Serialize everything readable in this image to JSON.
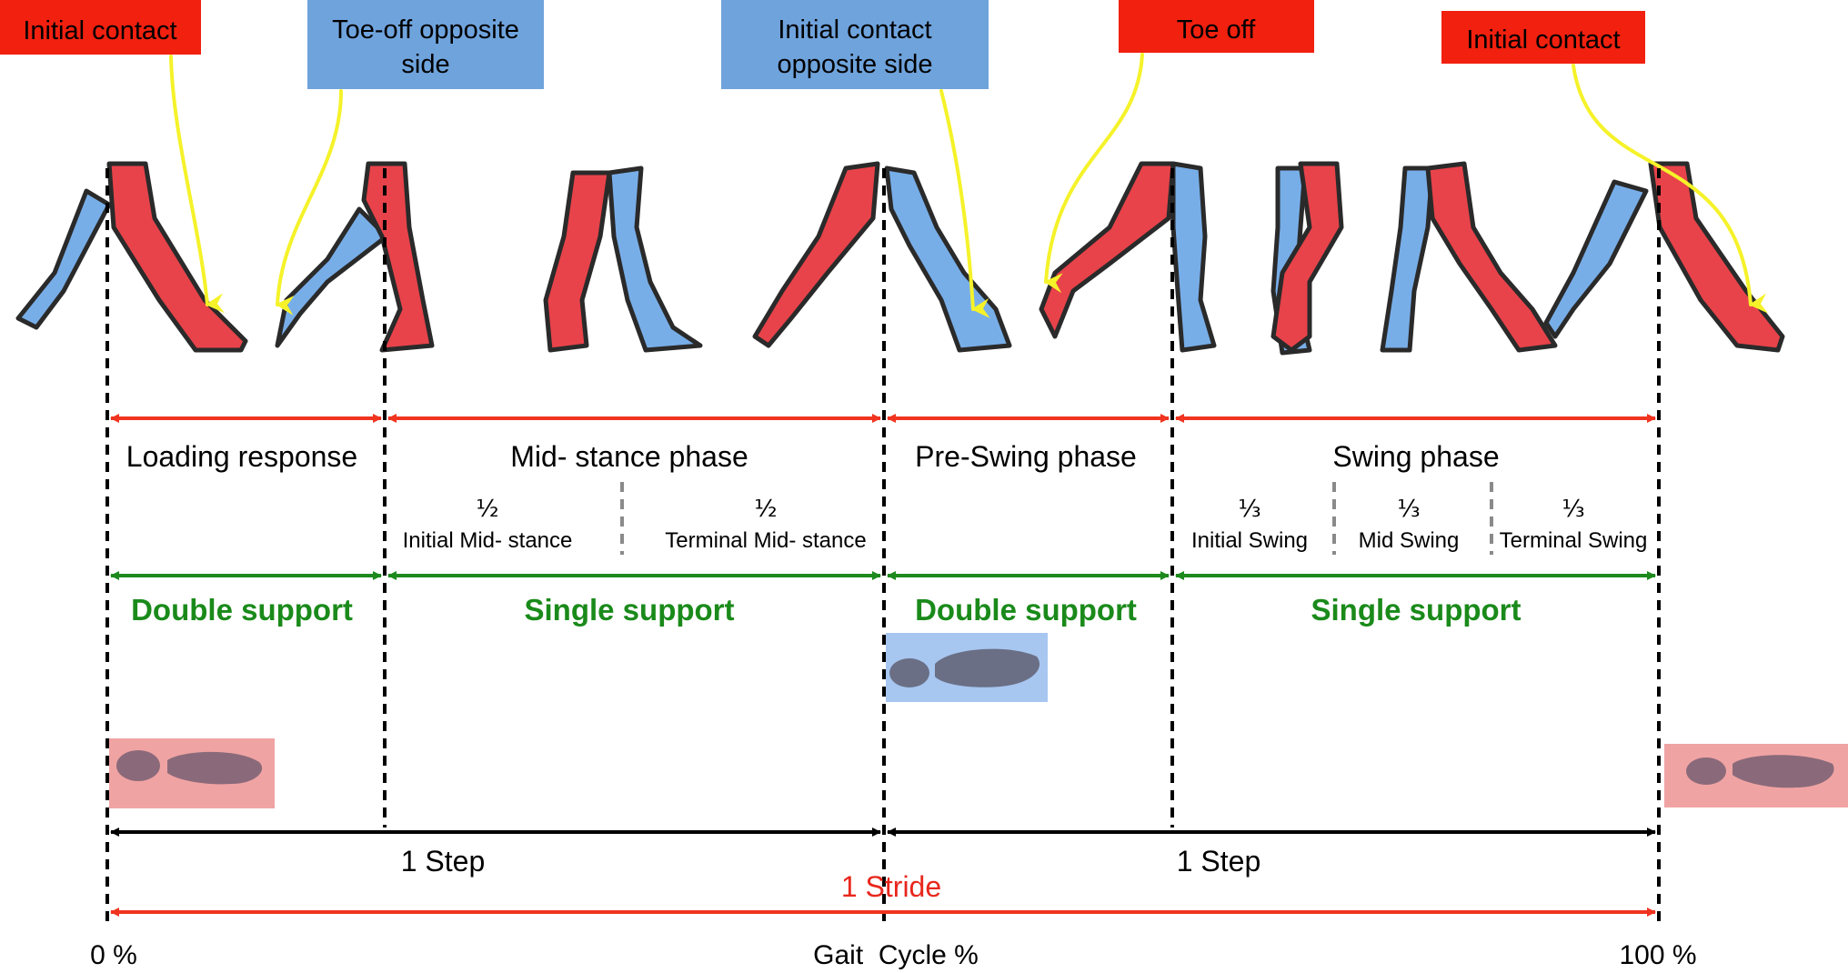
{
  "callouts": {
    "initial_contact_left": "Initial contact",
    "toe_off_opposite": [
      "Toe-off opposite",
      "side"
    ],
    "initial_contact_opposite": [
      "Initial contact",
      "opposite side"
    ],
    "toe_off": "Toe off",
    "initial_contact_right": "Initial contact"
  },
  "phases": {
    "loading_response": "Loading response",
    "mid_stance": "Mid- stance phase",
    "pre_swing": "Pre-Swing phase",
    "swing": "Swing phase"
  },
  "subphases": {
    "half": "½",
    "third": "⅓",
    "initial_mid_stance": "Initial Mid- stance",
    "terminal_mid_stance": "Terminal Mid- stance",
    "initial_swing": "Initial Swing",
    "mid_swing": "Mid Swing",
    "terminal_swing": "Terminal Swing"
  },
  "support": {
    "double_1": "Double support",
    "single_1": "Single support",
    "double_2": "Double support",
    "single_2": "Single support"
  },
  "steps": {
    "step_1": "1 Step",
    "step_2": "1 Step",
    "stride": "1 Stride"
  },
  "axis": {
    "start": "0 %",
    "middle": "Gait  Cycle %",
    "end": "100 %"
  },
  "colors": {
    "red_leg": "#e8434a",
    "blue_leg": "#78aee8",
    "callout_red": "#f1200f",
    "callout_blue": "#6fa3dc",
    "arrow_red": "#f0341f",
    "arrow_green": "#1d8a1d",
    "support_text": "#1a8a1a",
    "pointer_yellow": "#f5f22a",
    "footprint_red_bg": "#f0a3a3",
    "footprint_blue_bg": "#a7c6f0",
    "footprint_gray": "#6a6f85"
  }
}
